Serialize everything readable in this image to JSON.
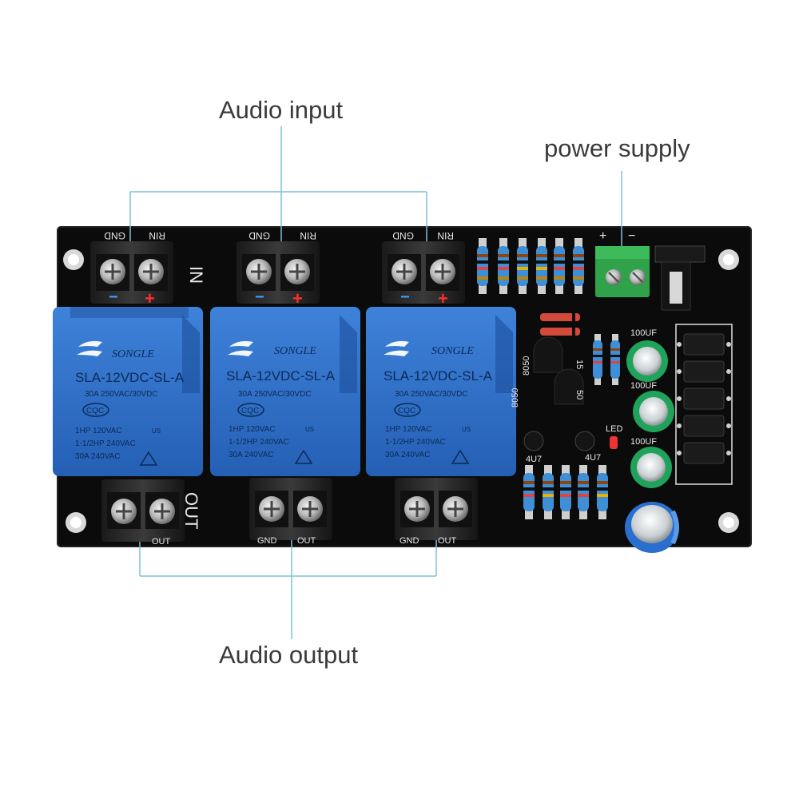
{
  "callouts": {
    "audio_input": "Audio input",
    "power_supply": "power supply",
    "audio_output": "Audio output"
  },
  "board": {
    "in_label": "IN",
    "out_label": "OUT",
    "input_terminal_labels": {
      "gnd": "GND",
      "rin": "RIN"
    },
    "output_terminal_labels": {
      "gnd": "GND",
      "out": "OUT"
    },
    "polarity_minus": "−",
    "polarity_plus": "+",
    "power_polarity": {
      "plus": "+",
      "minus": "−"
    },
    "relay": {
      "brand": "SONGLE",
      "model": "SLA-12VDC-SL-A",
      "rating1": "30A  250VAC/30VDC",
      "cert": "CQC",
      "rating2": "1HP 120VAC",
      "rating3": "1-1/2HP 240VAC",
      "rating4": "30A 240VAC",
      "ul": "US"
    },
    "transistor_labels": [
      "8050",
      "8050"
    ],
    "cap_labels": [
      "100UF",
      "100UF",
      "100UF"
    ],
    "small_cap_labels": [
      "4U7",
      "4U7"
    ],
    "led_label": "LED",
    "resistor_labels": [
      "15",
      "50"
    ]
  },
  "colors": {
    "pcb": "#0a0a0a",
    "relay_blue": "#2f6fc9",
    "terminal_green": "#2fa24a",
    "cap_green": "#1fa35a",
    "cap_blue": "#2a6fd0",
    "leader_line": "#6fb8d8"
  }
}
